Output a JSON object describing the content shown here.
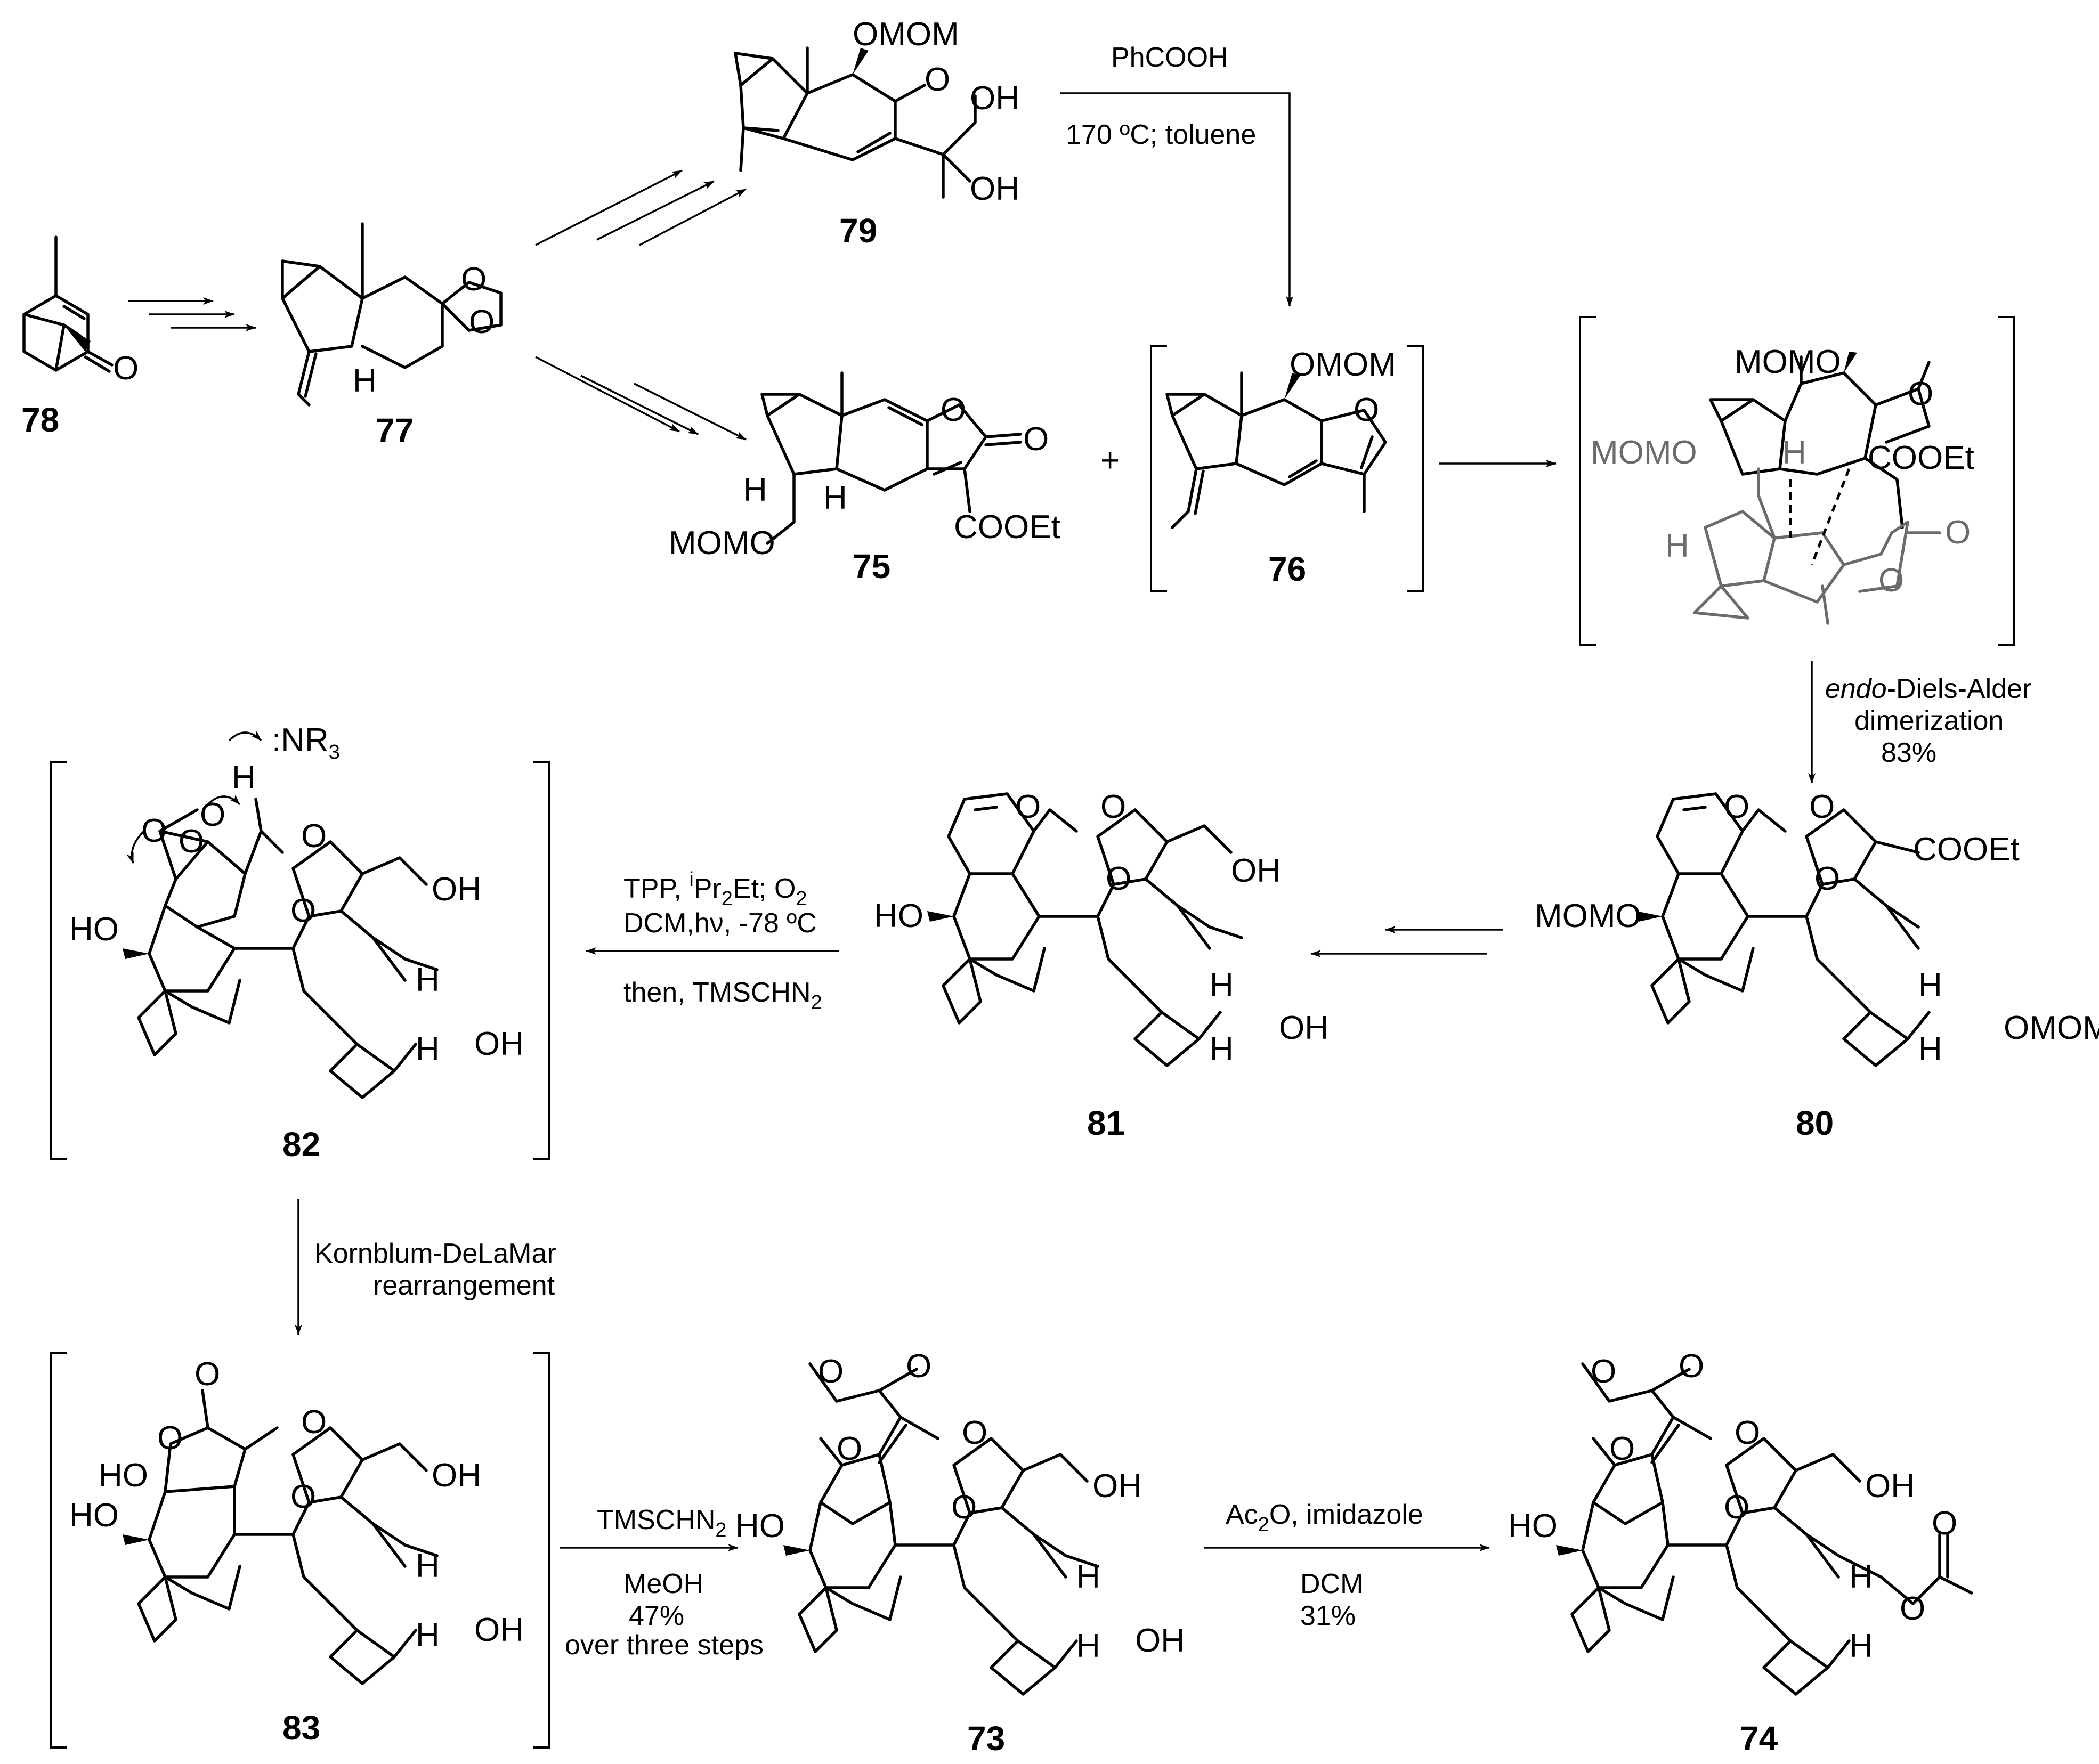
{
  "compounds": {
    "c78": "78",
    "c77": "77",
    "c79": "79",
    "c75": "75",
    "c76": "76",
    "c80": "80",
    "c81": "81",
    "c82": "82",
    "c83": "83",
    "c73": "73",
    "c74": "74"
  },
  "atoms": {
    "O": "O",
    "H": "H",
    "OH": "OH",
    "HO": "HO",
    "OMOM": "OMOM",
    "MOMO": "MOMO",
    "COOEt": "COOEt",
    "NR3_main": ":NR",
    "NR3_sub": "3"
  },
  "conditions": {
    "step_79_76_line1": "PhCOOH",
    "step_79_76_line2": "170 ºC; toluene",
    "step_da_line1_italic": "endo",
    "step_da_line1_rest": "-Diels-Alder",
    "step_da_line2": "dimerization",
    "step_da_yield": "83%",
    "step_81_82_line1_a": "TPP, ",
    "step_81_82_line1_sup": "i",
    "step_81_82_line1_b": "Pr",
    "step_81_82_line1_sub": "2",
    "step_81_82_line1_c": "Et; O",
    "step_81_82_line1_sub2": "2",
    "step_81_82_line2": "DCM,hν, -78 ºC",
    "step_81_82_line3_a": "then, TMSCHN",
    "step_81_82_line3_sub": "2",
    "step_82_83_line1": "Kornblum-DeLaMar",
    "step_82_83_line2": "rearrangement",
    "step_83_73_line1_a": "TMSCHN",
    "step_83_73_line1_sub": "2",
    "step_83_73_line2": "MeOH",
    "step_83_73_line3": "47%",
    "step_83_73_line4": "over three steps",
    "step_73_74_line1_a": "Ac",
    "step_73_74_line1_sub": "2",
    "step_73_74_line1_b": "O, imidazole",
    "step_73_74_line2": "DCM",
    "step_73_74_line3": "31%"
  },
  "plus_sign": "+"
}
